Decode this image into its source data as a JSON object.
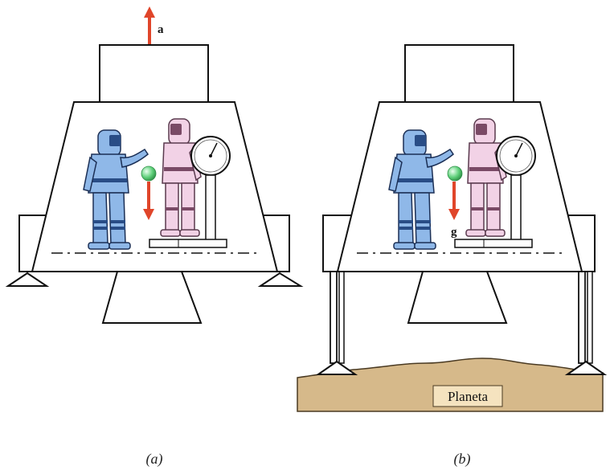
{
  "panels": [
    {
      "id": "a",
      "caption": "(a)",
      "vector_symbol": "a",
      "has_ground": false
    },
    {
      "id": "b",
      "caption": "(b)",
      "vector_symbol": "g",
      "has_ground": true,
      "ground_label": "Planeta"
    }
  ],
  "colors": {
    "arrow": "#e0452a",
    "astronaut_blue": "#8fb8e8",
    "astronaut_pink": "#f2d2e6",
    "ball": "#5fd07a",
    "ground": "#d6b98a"
  }
}
